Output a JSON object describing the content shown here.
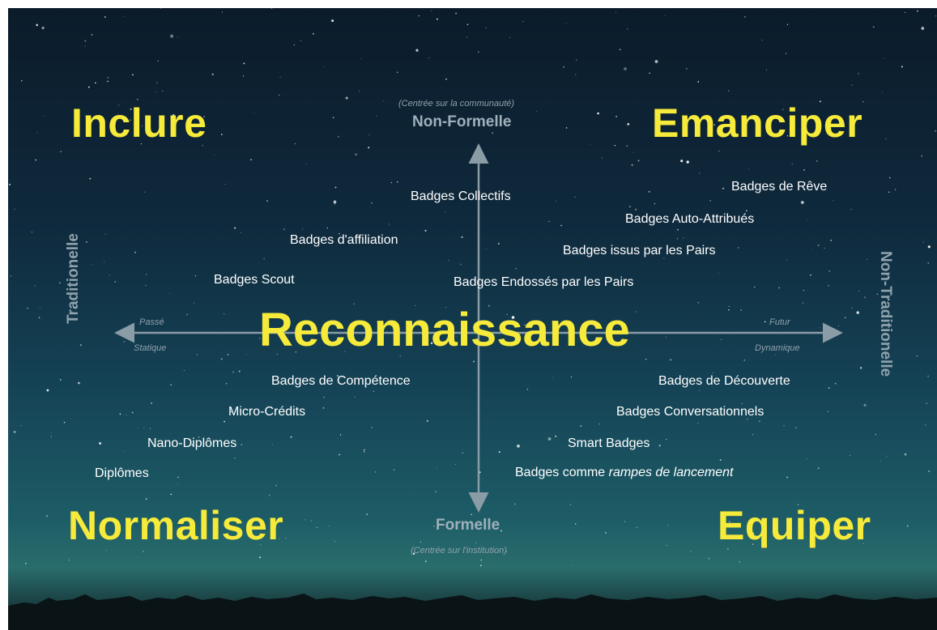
{
  "quadrants": {
    "top_left": "Inclure",
    "top_right": "Emanciper",
    "bottom_left": "Normaliser",
    "bottom_right": "Equiper"
  },
  "center_title": "Reconnaissance",
  "axes": {
    "top_sub": "(Centrée sur la communauté)",
    "top": "Non-Formelle",
    "bottom": "Formelle",
    "bottom_sub": "(Centrée sur l'institution)",
    "left": "Traditionelle",
    "right": "Non-Traditionelle",
    "left_upper": "Passé",
    "left_lower": "Statique",
    "right_upper": "Futur",
    "right_lower": "Dynamique"
  },
  "badges": {
    "collectifs": "Badges Collectifs",
    "affiliation": "Badges d'affiliation",
    "scout": "Badges Scout",
    "endosses": "Badges Endossés par les Pairs",
    "issus": "Badges issus par les Pairs",
    "auto": "Badges Auto-Attribués",
    "reve": "Badges de Rêve",
    "competence": "Badges de Compétence",
    "micro": "Micro-Crédits",
    "nano": "Nano-Diplômes",
    "diplomes": "Diplômes",
    "decouverte": "Badges de Découverte",
    "conversationnels": "Badges Conversationnels",
    "smart": "Smart Badges",
    "rampes_prefix": "Badges comme",
    "rampes_italic": "rampes de lancement"
  },
  "colors": {
    "accent": "#f6ea3b",
    "axis": "#8a9ca6",
    "text": "#ffffff"
  }
}
